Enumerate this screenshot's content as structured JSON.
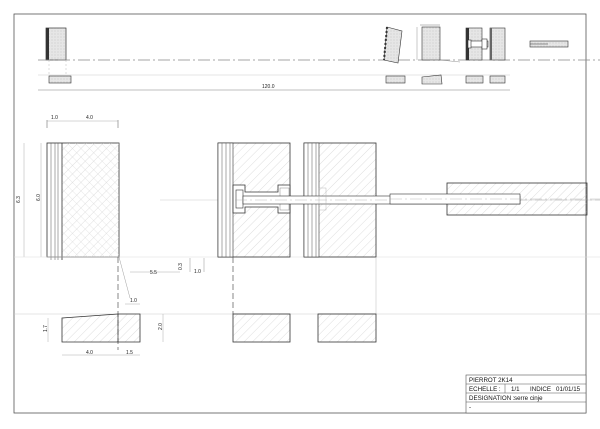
{
  "drawing": {
    "title": "PIERROT 2K14",
    "scale_label": "ECHELLE :",
    "scale_value": "1/1",
    "index_label": "INDICE",
    "index_value": "01/01/15",
    "designation_label": "DESIGNATION :",
    "designation_value": "serre cinje",
    "note": "-"
  },
  "dimensions": {
    "overall_length": "120.0",
    "top_left_width_a": "1.0",
    "top_left_width_b": "4.0",
    "height_outer": "6.3",
    "height_inner": "6.0",
    "offset_a": "5.5",
    "offset_b": "0.3",
    "offset_c": "1.0",
    "bevel": "1.0",
    "base_height_left": "1.7",
    "base_height_right": "2.0",
    "base_width_a": "4.0",
    "base_width_b": "1.5"
  },
  "colors": {
    "line": "#333333",
    "thin": "#999999",
    "hatch": "#bdbdbd",
    "frame": "#555555"
  }
}
